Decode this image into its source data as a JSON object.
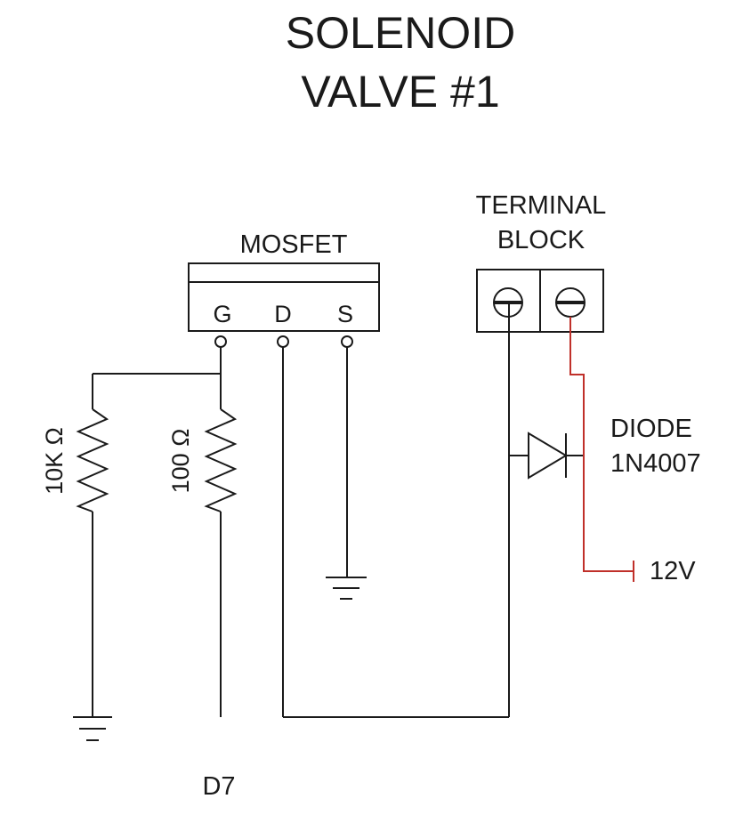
{
  "title": {
    "line1": "SOLENOID",
    "line2": "VALVE #1"
  },
  "mosfet": {
    "label": "MOSFET",
    "pins": {
      "gate": "G",
      "drain": "D",
      "source": "S"
    }
  },
  "terminal_block": {
    "line1": "TERMINAL",
    "line2": "BLOCK"
  },
  "resistors": {
    "r1": "10K Ω",
    "r2": "100 Ω"
  },
  "diode": {
    "line1": "DIODE",
    "line2": "1N4007"
  },
  "supply": "12V",
  "signal": "D7",
  "colors": {
    "wire": "#1a1a1a",
    "supply_wire": "#c0302a"
  }
}
